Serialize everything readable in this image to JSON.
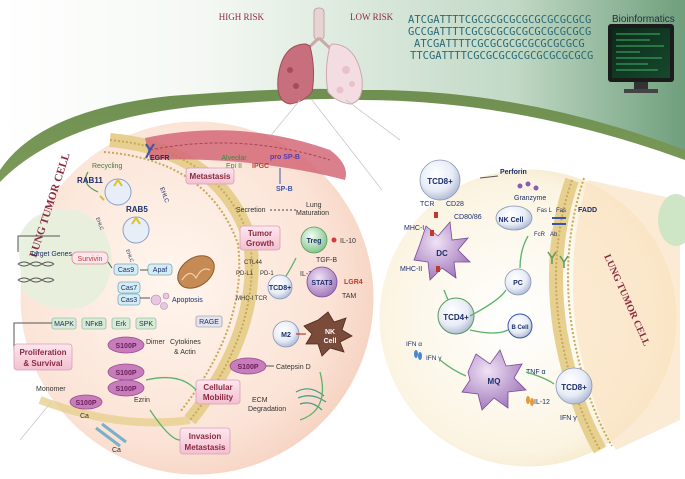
{
  "header": {
    "high_risk": "HIGH RISK",
    "low_risk": "LOW RISK",
    "sequences": [
      "ATCGATTTTCGCGCGCGCGCGCGCGCGCG",
      "GCCGATTTTCGCGCGCGCGCGCGCGCGCG",
      "ATCGATTTTCGCGCGCGCGCGCGCGCG",
      "TTCGATTTTCGCGCGCGCGCGCGCGCGCG"
    ],
    "bioinformatics": "Bioinformatics"
  },
  "left": {
    "cell_label": "LUNG TUMOR CELL",
    "recycling": "Recycling",
    "egfr": "EGFR",
    "rab11": "RAB11",
    "rab5": "RAB5",
    "ehlc_top": "EHLC",
    "ehlc_a": "EHLC",
    "ehlc_b": "EHLC",
    "alveolar": "Alveolar",
    "epi": "Epi II",
    "pro_spb": "pro SP-B",
    "metastasis": "Metastasis",
    "ipgc": "IPGC",
    "spb": "SP-B",
    "secretion": "Secretion",
    "lung": "Lung",
    "maturation": "Maturation",
    "target_genes": "Target Genes",
    "survivin": "Survivin",
    "cas9": "Cas9",
    "apaf": "Apaf",
    "cas7": "Cas7",
    "cas3": "Cas3",
    "apoptosis": "Apoptosis",
    "tumor": "Tumor",
    "growth": "Growth",
    "treg": "Treg",
    "il10_a": "IL-10",
    "tgfb": "TGF-B",
    "ctla4": "CTL44",
    "pdl1": "PD-L1",
    "pd1": "PD-1",
    "mhc_tcr": "MHC-I TCR",
    "tcd8_a": "TCD8+",
    "il10_b": "IL-10",
    "stat3": "STAT3",
    "lgr4": "LGR4",
    "tam": "TAM",
    "mapk": "MAPK",
    "nfkb": "NFκB",
    "erk": "Erk",
    "spk": "SPK",
    "rage": "RAGE",
    "proliferation": "Proliferation",
    "survival": "& Survival",
    "s100p_dimer": "S100P",
    "dimer": "Dimer",
    "cytokines": "Cytokines",
    "actin": "& Actin",
    "m2": "M2",
    "nk": "NK",
    "cell": "Cell",
    "s100p_a": "S100P",
    "s100p_b": "S100P",
    "ezrin": "Ezrin",
    "cellular": "Cellular",
    "mobility": "Mobility",
    "s100p_mid": "S100P",
    "cathepsin": "Catepsin D",
    "monomer": "Monomer",
    "s100p_mono": "S100P",
    "ca_a": "Ca",
    "ca_b": "Ca",
    "ecm": "ECM",
    "degradation": "Degradation",
    "invasion": "Invasion",
    "metastasis2": "Metastasis"
  },
  "right": {
    "tcd8": "TCD8+",
    "perforin": "Perforin",
    "tcr": "TCR",
    "cd28": "CD28",
    "cd8086": "CD80/86",
    "granzyme": "Granzyme",
    "mhc1": "MHC-I",
    "dc": "DC",
    "mhc2": "MHC-II",
    "nk_cell": "NK Cell",
    "fasl": "Fas L",
    "fas": "Fas",
    "fadd": "FADD",
    "fcr": "FcR",
    "ab": "Ab",
    "tcd4": "TCD4+",
    "pc": "PC",
    "bcell": "B Cell",
    "ifna_a": "IFN α",
    "ifng_a": "IFN γ",
    "mq": "MQ",
    "tnfa": "TNF α",
    "tcd8_b": "TCD8+",
    "il12": "IL-12",
    "ifng_b": "IFN γ",
    "cell_label": "LUNG TUMOR CELL"
  },
  "colors": {
    "header_green": "#7fa98a",
    "left_bg": "#fbe3d6",
    "right_bg": "#fbf0d8",
    "label_red": "#8a2a40",
    "label_navy": "#1c2f6b",
    "membrane": "#d8c07a",
    "s100p_fill": "#c77dbb"
  }
}
